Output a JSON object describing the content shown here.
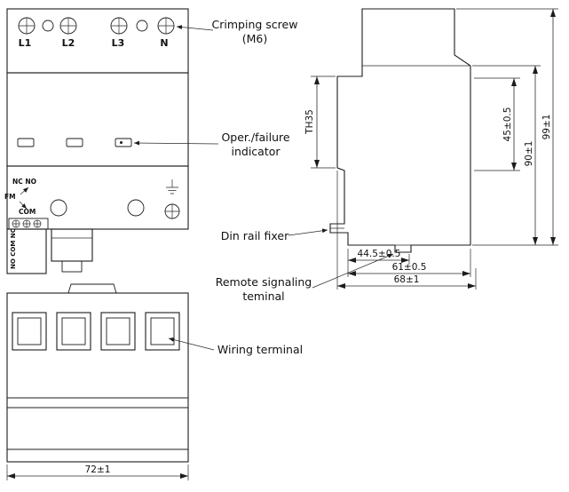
{
  "drawing": {
    "front_view": {
      "terminals": [
        "L1",
        "L2",
        "L3",
        "N"
      ],
      "relay": {
        "nc_no": "NC NO",
        "fm": "FM",
        "com": "COM"
      },
      "strip_label": "NO COM NC"
    },
    "callouts": {
      "crimping_screw_1": "Crimping screw",
      "crimping_screw_2": "(M6)",
      "oper_failure_1": "Oper./failure",
      "oper_failure_2": "indicator",
      "din_rail_fixer": "Din rail fixer",
      "remote_signaling_1": "Remote signaling",
      "remote_signaling_2": "teminal",
      "wiring_terminal": "Wiring terminal"
    },
    "dimensions": {
      "rail_type": "TH35",
      "rail_recess_height": "45±0.5",
      "body_height": "90±1",
      "total_height": "99±1",
      "depth_to_terminal": "44.5±0.5",
      "body_depth": "61±0.5",
      "total_depth": "68±1",
      "width": "72±1"
    }
  }
}
